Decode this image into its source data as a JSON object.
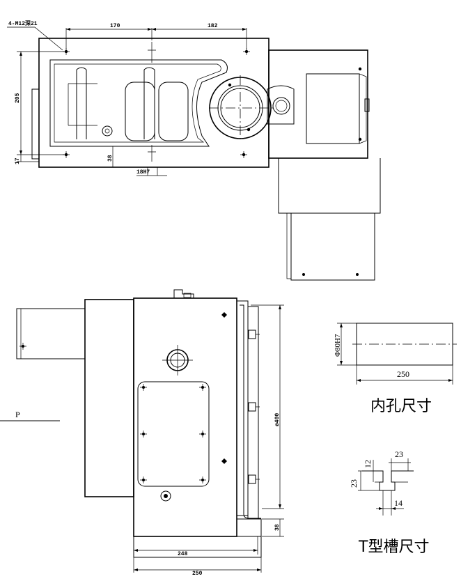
{
  "top_view": {
    "hole_note": "4-M12深21",
    "dim_left_170": "170",
    "dim_right_182": "182",
    "dim_height_205": "205",
    "dim_17": "17",
    "dim_38": "38",
    "slot_note": "18H7"
  },
  "side_view": {
    "label_p": "P",
    "dim_400": "ø400",
    "dim_38": "38",
    "dim_248": "248",
    "dim_250": "250"
  },
  "bore_detail": {
    "dim_diameter": "Φ80H7",
    "dim_length": "250",
    "caption": "内孔尺寸"
  },
  "tslot_detail": {
    "dim_top_width": "23",
    "dim_neck": "12",
    "dim_height": "23",
    "dim_bottom": "14",
    "caption": "T型槽尺寸"
  }
}
